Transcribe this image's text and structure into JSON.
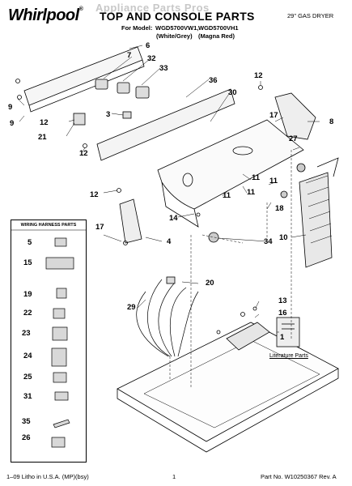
{
  "header": {
    "brand": "Whirlpool",
    "brand_mark": "®",
    "watermark": "Appliance Parts Pros",
    "title": "TOP AND CONSOLE PARTS",
    "product": "29\" GAS DRYER",
    "model_prefix": "For Model:",
    "model_1": "WGD5700VW1,",
    "model_2": "WGD5700VH1",
    "color_1": "(White/Grey)",
    "color_2": "(Magna Red)"
  },
  "wiring": {
    "title": "WIRING HARNESS PARTS",
    "items": [
      "5",
      "15",
      "19",
      "22",
      "23",
      "24",
      "25",
      "31",
      "35",
      "26"
    ]
  },
  "callouts": {
    "c6": "6",
    "c7": "7",
    "c32": "32",
    "c33": "33",
    "c36": "36",
    "c30": "30",
    "c12a": "12",
    "c8": "8",
    "c17a": "17",
    "c27": "27",
    "c11a": "11",
    "c11b": "11",
    "c11c": "11",
    "c11d": "11",
    "c18": "18",
    "c9a": "9",
    "c9b": "9",
    "c12b": "12",
    "c21": "21",
    "c12c": "12",
    "c3": "3",
    "c12d": "12",
    "c14": "14",
    "c17b": "17",
    "c4": "4",
    "c34": "34",
    "c10": "10",
    "c20": "20",
    "c29": "29",
    "c13": "13",
    "c16": "16",
    "c1": "1"
  },
  "literature": "Literature Parts",
  "footer": {
    "left": "1–09 Litho in U.S.A. (MP)(bsy)",
    "center": "1",
    "right": "Part No. W10250367 Rev. A"
  }
}
